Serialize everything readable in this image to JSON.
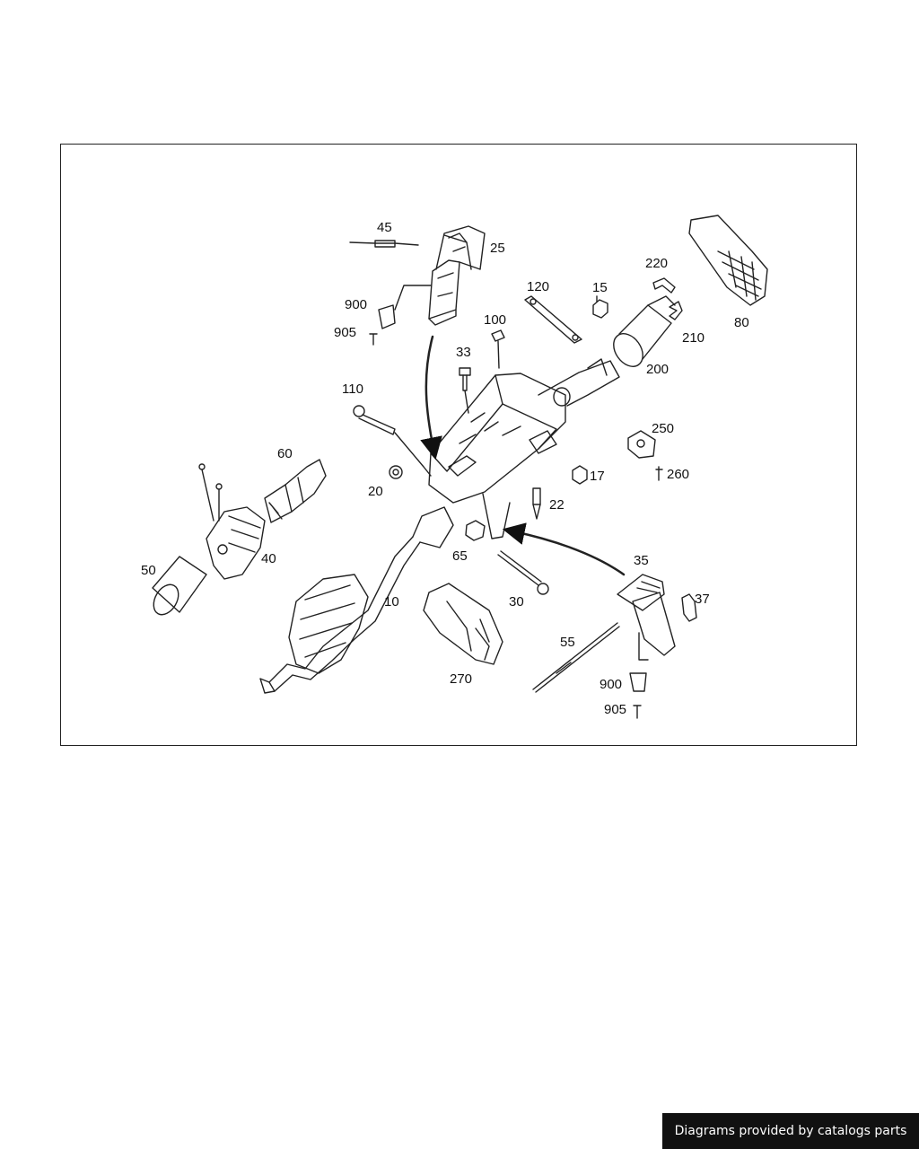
{
  "diagram": {
    "callouts": [
      "45",
      "25",
      "900",
      "905",
      "120",
      "15",
      "220",
      "80",
      "210",
      "100",
      "200",
      "33",
      "110",
      "250",
      "260",
      "17",
      "60",
      "20",
      "22",
      "65",
      "35",
      "37",
      "50",
      "40",
      "10",
      "30",
      "55",
      "270",
      "900",
      "905"
    ]
  },
  "footer": {
    "credit": "Diagrams provided by catalogs parts"
  },
  "colors": {
    "line": "#222222",
    "banner_bg": "#111111",
    "banner_text": "#ffffff"
  }
}
